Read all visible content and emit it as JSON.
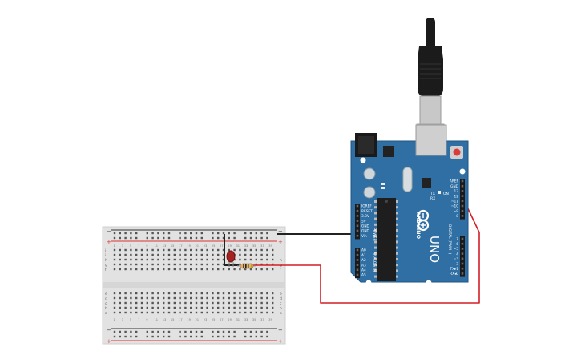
{
  "colors": {
    "board_blue": "#2f6fa3",
    "board_blue_dark": "#1f5580",
    "breadboard": "#e3e3e3",
    "rail_red": "#d33",
    "rail_black": "#333",
    "wire_red": "#d21f26",
    "wire_black": "#222222",
    "usb_cable": "#1a1a1a",
    "usb_metal": "#c8c8c8",
    "led_red": "#a42222"
  },
  "arduino": {
    "brand": "ARDUINO",
    "model": "UNO",
    "power_title": "POWER",
    "analog_title": "ANALOG IN",
    "digital_title": "DIGITAL (PWM~)",
    "tx": "TX",
    "rx": "RX",
    "on": "ON",
    "power_pins": [
      "IOREF",
      "RESET",
      "3.3V",
      "5V",
      "GND",
      "GND",
      "Vin"
    ],
    "analog_pins": [
      "A0",
      "A1",
      "A2",
      "A3",
      "A4",
      "A5"
    ],
    "digital_pins_top": [
      "AREF",
      "GND",
      "13",
      "12",
      "~11",
      "~10",
      "~9",
      "8"
    ],
    "digital_pins_bottom": [
      "7",
      "~6",
      "~5",
      "4",
      "~3",
      "2",
      "TX▸1",
      "RX◂0"
    ]
  },
  "breadboard": {
    "row_letters_top": [
      "j",
      "i",
      "h",
      "g",
      "f"
    ],
    "row_letters_bottom": [
      "e",
      "d",
      "c",
      "b",
      "a"
    ],
    "col_numbers": [
      "1",
      "3",
      "5",
      "7",
      "9",
      "11",
      "13",
      "15",
      "17",
      "19",
      "21",
      "23",
      "25",
      "27",
      "29",
      "31",
      "33",
      "35",
      "37",
      "39"
    ],
    "rail_plus": "+",
    "rail_minus": "−"
  },
  "icons": {
    "usb_plug": "usb-plug-icon",
    "led": "led-icon",
    "resistor": "resistor-icon",
    "reset": "reset-button-icon",
    "infinity_logo": "infinity-logo-icon"
  }
}
